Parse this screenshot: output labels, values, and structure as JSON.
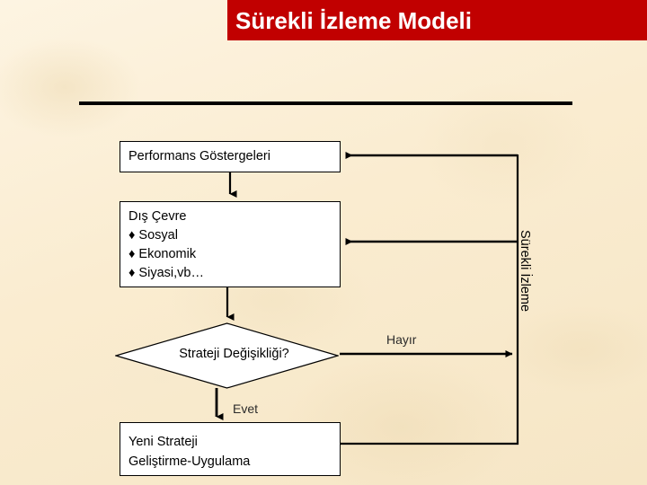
{
  "slide": {
    "title": "Sürekli İzleme Modeli",
    "colors": {
      "title_bar": "#C10000",
      "title_text": "#FFFFFF",
      "background": "#FBEFD7",
      "box_fill": "#FFFFFF",
      "line": "#000000"
    }
  },
  "diagram": {
    "nodes": {
      "indicators": {
        "label": "Performans Göstergeleri"
      },
      "environment": {
        "heading": "Dış Çevre",
        "bullets": [
          "♦ Sosyal",
          "♦ Ekonomik",
          "♦ Siyasi,vb…"
        ]
      },
      "decision": {
        "label": "Strateji Değişikliği?"
      },
      "new_strategy": {
        "line1": "Yeni Strateji",
        "line2": "Geliştirme-Uygulama"
      }
    },
    "edge_labels": {
      "no": "Hayır",
      "yes": "Evet"
    },
    "side_label": "Sürekli İzleme"
  }
}
